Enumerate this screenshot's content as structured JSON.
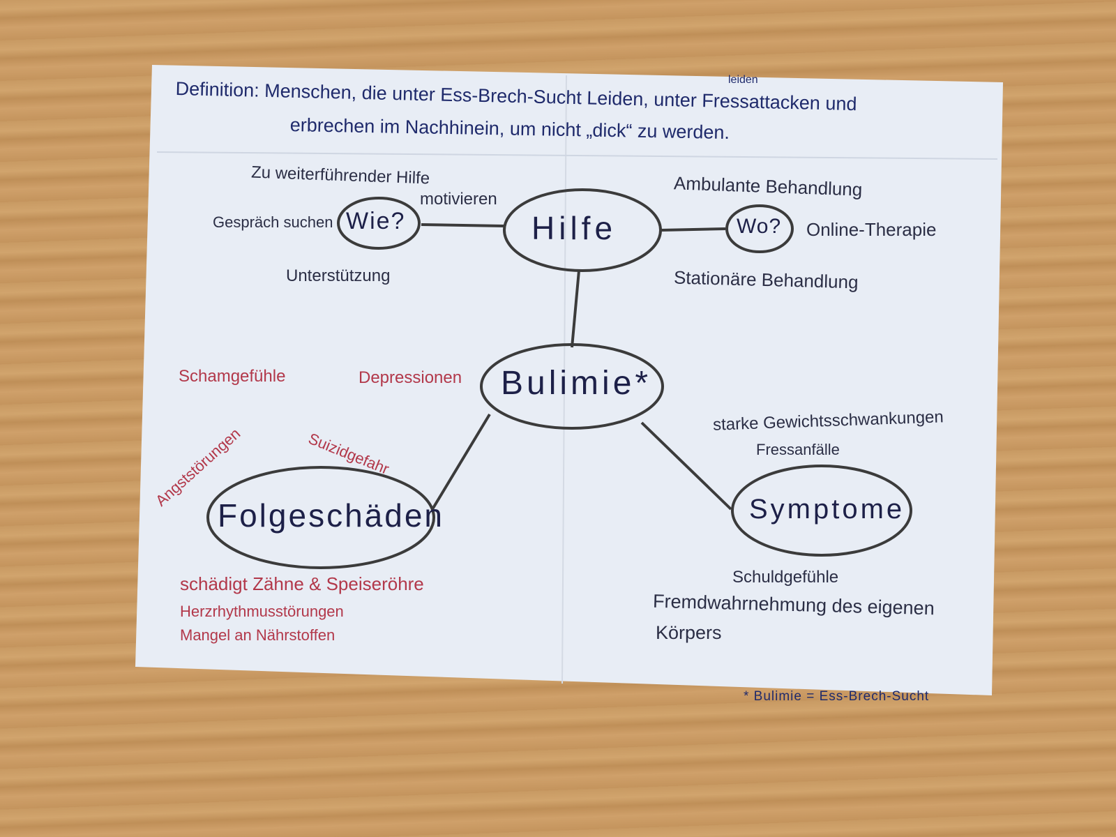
{
  "definition": {
    "line1": "Definition: Menschen, die unter Ess-Brech-Sucht Leiden, unter Fressattacken und",
    "insert": "leiden",
    "line2": "erbrechen im Nachhinein, um nicht „dick“ zu werden."
  },
  "nodes": {
    "hilfe": "Hilfe",
    "wie": "Wie?",
    "wo": "Wo?",
    "bulimie": "Bulimie*",
    "folgeschaeden": "Folgeschäden",
    "symptome": "Symptome"
  },
  "wie_items": [
    "Zu weiterführender Hilfe",
    "motivieren",
    "Gespräch suchen",
    "Unterstützung"
  ],
  "wo_items": [
    "Ambulante Behandlung",
    "Online-Therapie",
    "Stationäre Behandlung"
  ],
  "folgeschaeden_items": [
    "Schamgefühle",
    "Depressionen",
    "Angststörungen",
    "Suizidgefahr",
    "schädigt Zähne & Speiseröhre",
    "Herzrhythmusstörungen",
    "Mangel an Nährstoffen"
  ],
  "symptome_items": [
    "starke Gewichtsschwankungen",
    "Fressanfälle",
    "Schuldgefühle",
    "Fremdwahrnehmung des eigenen",
    "Körpers"
  ],
  "footnote": "* Bulimie = Ess-Brech-Sucht",
  "colors": {
    "ink_blue": "#1f2a6b",
    "ink_red": "#b2384a",
    "pencil": "#3a3a3a",
    "paper": "#e9eef6"
  }
}
